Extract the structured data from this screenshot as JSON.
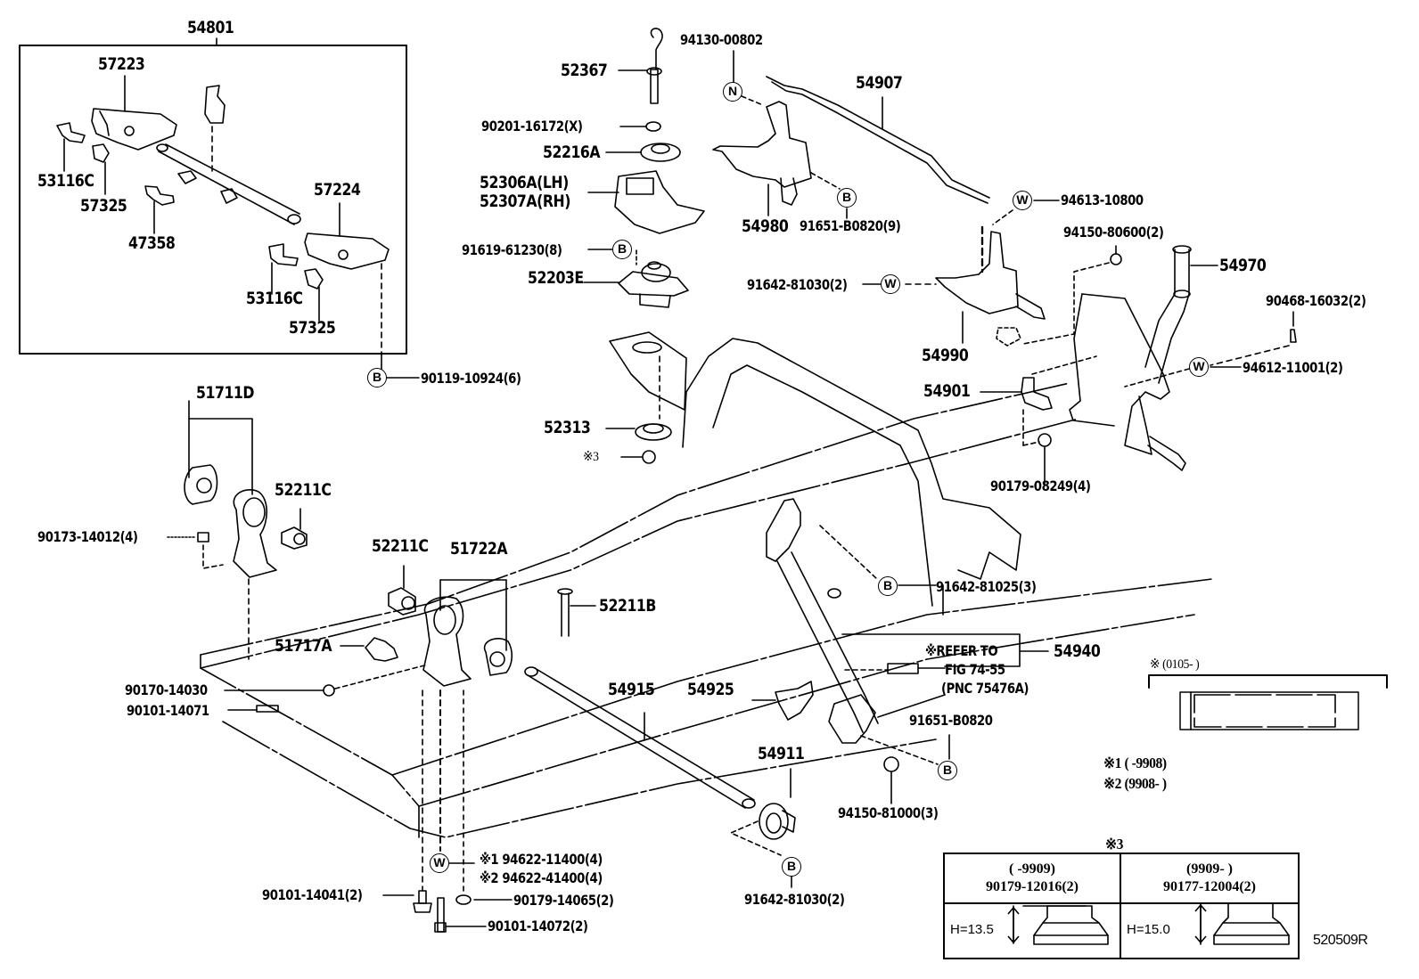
{
  "diagram": {
    "figure_code": "520509R",
    "group_box": {
      "label": "54801"
    },
    "callouts": {
      "p54801": "54801",
      "p57223": "57223",
      "p53116C_a": "53116C",
      "p57325_a": "57325",
      "p47358": "47358",
      "p57224": "57224",
      "p53116C_b": "53116C",
      "p57325_b": "57325",
      "p90119": "90119-10924(6)",
      "p52367": "52367",
      "p90201": "90201-16172(X)",
      "p52216A": "52216A",
      "p52306A": "52306A(LH)",
      "p52307A": "52307A(RH)",
      "p91619": "91619-61230(8)",
      "p52203E": "52203E",
      "p94130": "94130-00802",
      "p54907": "54907",
      "p54980": "54980",
      "p91651_9": "91651-B0820(9)",
      "p94613": "94613-10800",
      "p94150_806": "94150-80600(2)",
      "p91642_1030a": "91642-81030(2)",
      "p54970": "54970",
      "p90468": "90468-16032(2)",
      "p54990": "54990",
      "p94612": "94612-11001(2)",
      "p54901": "54901",
      "p90179_08249": "90179-08249(4)",
      "p51711D": "51711D",
      "p52211C_a": "52211C",
      "p90173": "90173-14012(4)",
      "p52313": "52313",
      "note3": "※3",
      "p52211C_b": "52211C",
      "p51722A": "51722A",
      "p52211B": "52211B",
      "p51717A": "51717A",
      "p90170": "90170-14030",
      "p90101_14071": "90101-14071",
      "p91642_1025": "91642-81025(3)",
      "p54940": "54940",
      "refer_line1": "※REFER TO",
      "refer_line2": "FIG 74-55",
      "refer_line3": "(PNC 75476A)",
      "p54915": "54915",
      "p54925": "54925",
      "p91651": "91651-B0820",
      "p54911": "54911",
      "p94150_1000": "94150-81000(3)",
      "p91642_1030b": "91642-81030(2)",
      "p94622_1": "※1 94622-11400(4)",
      "p94622_2": "※2 94622-41400(4)",
      "p90179_14065": "90179-14065(2)",
      "p90101_14041": "90101-14041(2)",
      "p90101_14072": "90101-14072(2)"
    },
    "symbols": {
      "B": "B",
      "N": "N",
      "W": "W"
    },
    "notes": {
      "inset_period": "※ (0105-      )",
      "note1": "※1 (       -9908)",
      "note2": "※2 (9908-       )"
    },
    "table_note3": {
      "title": "※3",
      "columns": [
        {
          "period": "(       -9909)",
          "part": "90179-12016(2)",
          "height": "H=13.5"
        },
        {
          "period": "(9909-       )",
          "part": "90177-12004(2)",
          "height": "H=15.0"
        }
      ]
    }
  }
}
